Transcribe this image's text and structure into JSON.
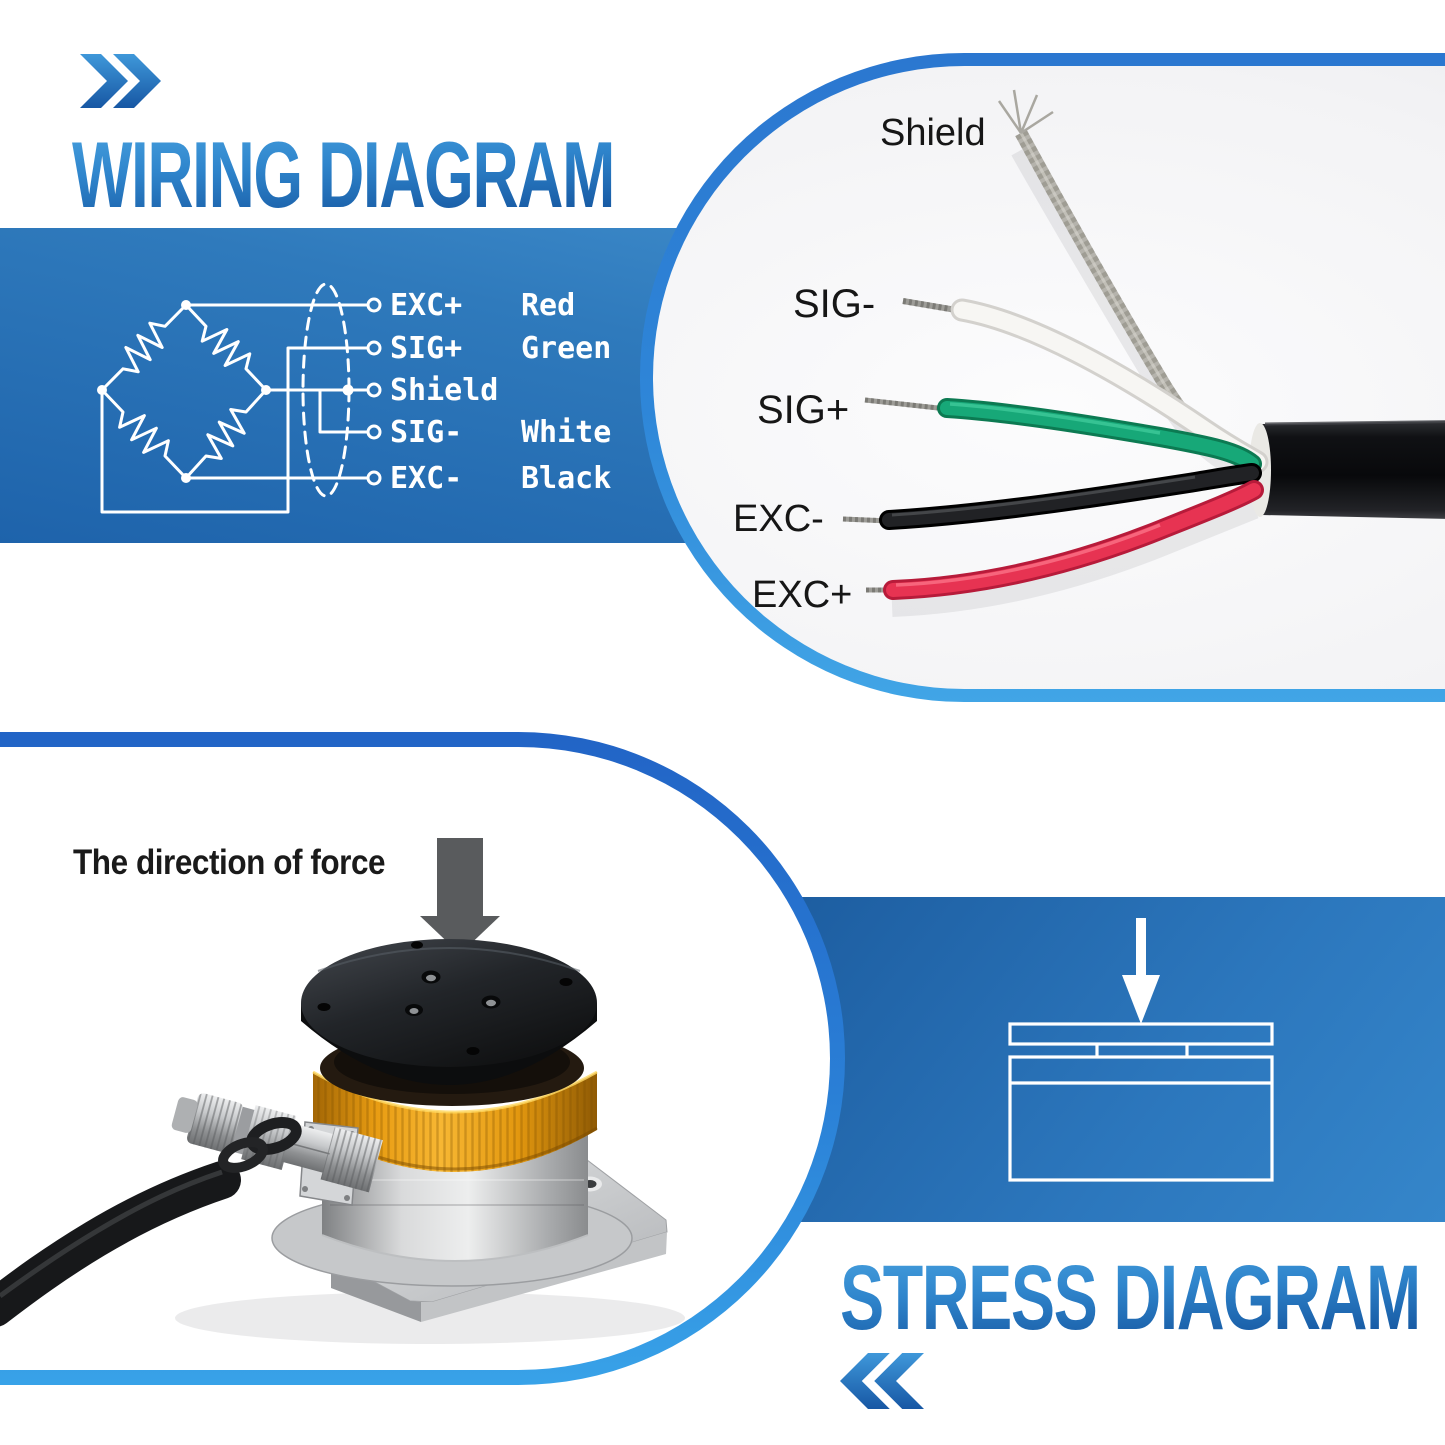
{
  "wiring_section": {
    "title": "WIRING DIAGRAM",
    "pins": [
      {
        "signal": "EXC+",
        "wire": "Red"
      },
      {
        "signal": "SIG+",
        "wire": "Green"
      },
      {
        "signal": "Shield",
        "wire": ""
      },
      {
        "signal": "SIG-",
        "wire": "White"
      },
      {
        "signal": "EXC-",
        "wire": "Black"
      }
    ]
  },
  "cable_photo": {
    "labels": [
      "Shield",
      "SIG-",
      "SIG+",
      "EXC-",
      "EXC+"
    ]
  },
  "force_photo": {
    "caption": "The direction of force"
  },
  "stress_section": {
    "title": "STRESS DIAGRAM"
  },
  "colors": {
    "accent_blue_dark": "#14549E",
    "accent_blue_light": "#47A0DE",
    "band_blue": "#2F7ABC",
    "border_blue_top": "#2264C6",
    "border_blue_bottom": "#38A2E8",
    "wire_red": "#E73352",
    "wire_green": "#17A878",
    "wire_white": "#F5F4F1",
    "wire_black": "#1C1D1F",
    "wire_shield": "#B5B3AC",
    "force_arrow_gray": "#595B5D",
    "load_cell_orange": "#F0A21C"
  }
}
